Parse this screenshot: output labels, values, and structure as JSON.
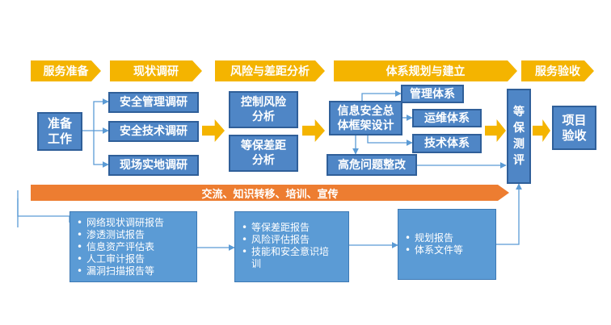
{
  "phases": [
    "服务准备",
    "现状调研",
    "风险与差距分析",
    "体系规划与建立",
    "服务验收"
  ],
  "nodes": {
    "prepare": "准备工作",
    "survey_mgmt": "安全管理调研",
    "survey_tech": "安全技术调研",
    "survey_site": "现场实地调研",
    "risk_control": "控制风险分析",
    "gap_analysis": "等保差距分析",
    "framework": "信息安全总体框架设计",
    "mgmt_system": "管理体系",
    "ops_system": "运维体系",
    "tech_system": "技术体系",
    "high_risk": "高危问题整改",
    "djcp": "等保测评",
    "acceptance": "项目验收"
  },
  "banner": "交流、知识转移、培训、宣传",
  "deliverables": {
    "survey": [
      "网络现状调研报告",
      "渗透测试报告",
      "信息资产评估表",
      "人工审计报告",
      "漏洞扫描报告等"
    ],
    "analysis": [
      "等保差距报告",
      "风险评估报告",
      "技能和安全意识培训"
    ],
    "planning": [
      "规划报告",
      "体系文件等"
    ]
  },
  "colors": {
    "phase": "#f4b400",
    "box": "#4f86c6",
    "list": "#5b9bd5",
    "banner": "#ed7d31",
    "line": "#5b9bd5"
  }
}
